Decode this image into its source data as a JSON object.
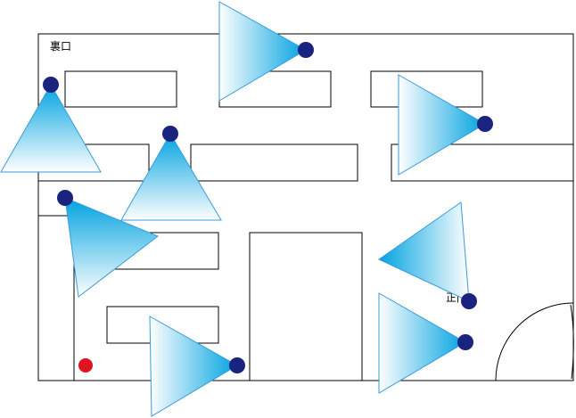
{
  "labels": {
    "back_door": "裏口",
    "front_door": "正門"
  },
  "colors": {
    "line": "#000000",
    "camera_fill_dark": "#00a3e0",
    "camera_fill_light": "#ffffff",
    "camera_stroke": "#3a9ad9",
    "camera_dot": "#1a237e",
    "marker": "#e0141e"
  },
  "icons": {
    "camera": "security-camera-icon",
    "marker": "red-dot-marker-icon",
    "door": "door-swing-icon"
  },
  "cameras_count_visible": 8
}
